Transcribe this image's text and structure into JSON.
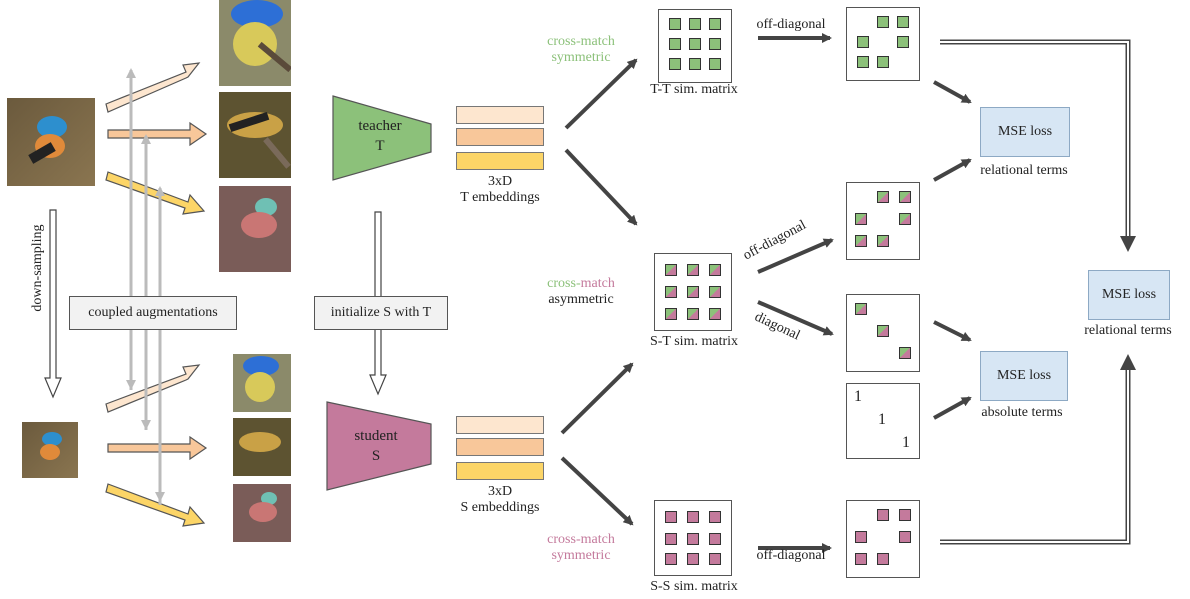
{
  "colors": {
    "teacher": "#8cc17a",
    "student": "#c47a9c",
    "emb1": "#fde6cf",
    "emb2": "#f8c79a",
    "emb3": "#fcd567",
    "loss_fill": "#d7e6f4",
    "teacher_text": "#8cc17a",
    "student_text": "#c47a9c"
  },
  "labels": {
    "down_sampling": "down-sampling",
    "coupled_aug": "coupled augmentations",
    "init_s": "initialize S with T",
    "teacher": [
      "teacher",
      "T"
    ],
    "student": [
      "student",
      "S"
    ],
    "t_emb": [
      "3xD",
      "T embeddings"
    ],
    "s_emb": [
      "3xD",
      "S embeddings"
    ],
    "cross_match": "cross-",
    "match": "match",
    "symmetric": "symmetric",
    "asymmetric": "asymmetric",
    "tt_matrix": "T-T sim. matrix",
    "st_matrix": "S-T sim. matrix",
    "ss_matrix": "S-S sim. matrix",
    "off_diagonal": "off-diagonal",
    "diagonal": "diagonal",
    "mse_loss": "MSE loss",
    "relational_terms": "relational terms",
    "absolute_terms": "absolute terms",
    "identity": [
      "1",
      "1",
      "1"
    ]
  },
  "icons": [
    "bird-photo",
    "augmented-bird-photo",
    "matrix-cell-teacher",
    "matrix-cell-student",
    "matrix-cell-mixed"
  ]
}
